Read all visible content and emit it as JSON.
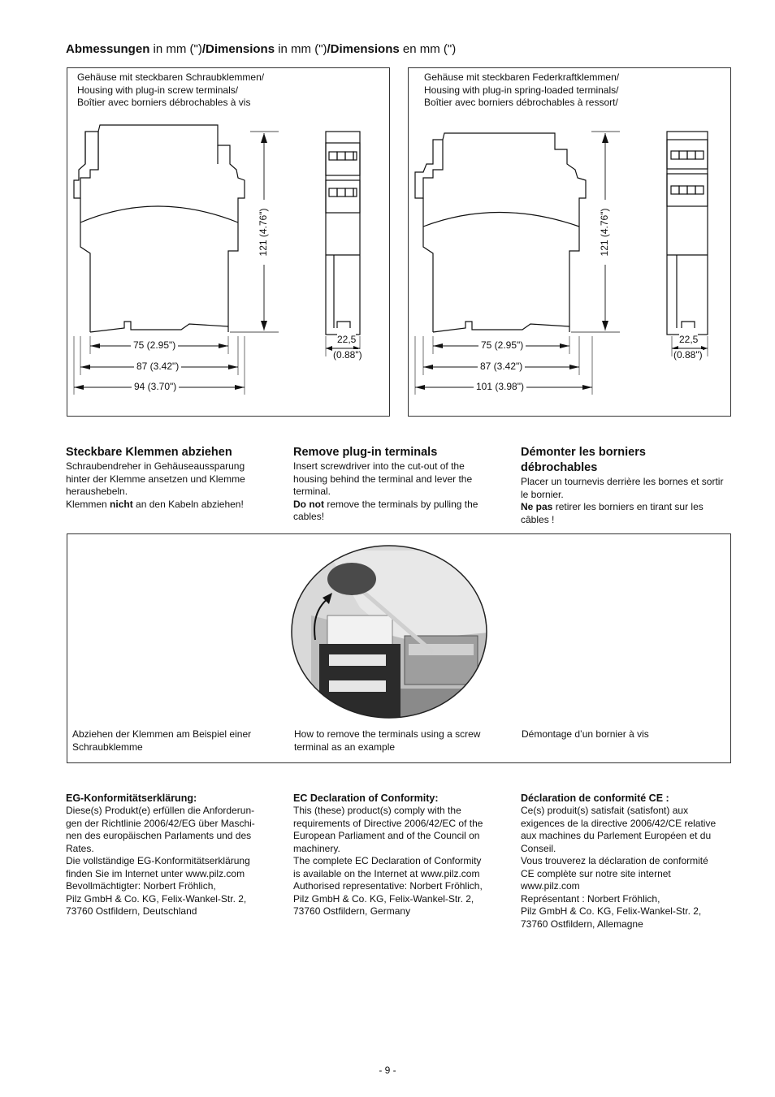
{
  "title": {
    "b1": "Abmessungen",
    "t1": " in mm (\")",
    "b2": "/Dimensions",
    "t2": " in mm (\")",
    "b3": "/Dimensions",
    "t3": " en mm (\")"
  },
  "drawings": {
    "left": {
      "caption": [
        "Gehäuse mit steckbaren Schraubklemmen/",
        "Housing with plug-in screw terminals/",
        "Boîtier avec borniers débrochables à vis"
      ],
      "dim_height": "121  (4.76\")",
      "dim_w1": "75  (2.95\")",
      "dim_w2": "87 (3.42\")",
      "dim_w3": "94 (3.70\")",
      "dim_side1": "22,5",
      "dim_side2": "(0.88\")"
    },
    "right": {
      "caption": [
        "Gehäuse mit steckbaren Federkraftklemmen/",
        "Housing with plug-in spring-loaded terminals/",
        "Boîtier avec borniers débrochables à ressort/"
      ],
      "dim_height": "121  (4.76\")",
      "dim_w1": "75 (2.95\")",
      "dim_w2": "87 (3.42\")",
      "dim_w3": "101 (3.98\")",
      "dim_side1": "22,5",
      "dim_side2": "(0.88\")"
    }
  },
  "remove": {
    "de": {
      "heading": "Steckbare Klemmen abziehen",
      "text": "Schraubendreher in Gehäuseaussparung hinter der Klemme ansetzen und Klemme heraushebeln.",
      "line2_pre": "Klemmen ",
      "line2_bold": "nicht",
      "line2_post": " an den Kabeln abziehen!"
    },
    "en": {
      "heading": "Remove plug-in terminals",
      "text": "Insert screwdriver into the cut-out of the housing behind the terminal and lever the terminal.",
      "line2_bold": "Do not",
      "line2_post": " remove the terminals by pulling the cables!"
    },
    "fr": {
      "heading": "Démonter les borniers débrochables",
      "text": "Placer un tournevis derrière les bornes et sortir le bornier.",
      "line2_bold": "Ne pas",
      "line2_post": " retirer les borniers en tirant sur les câbles !"
    }
  },
  "photo_captions": {
    "de": "Abziehen der Klemmen am Beispiel einer Schraubklemme",
    "en": "How to remove the terminals using a screw terminal as an example",
    "fr": "Démontage d’un bornier à vis"
  },
  "declaration": {
    "de": {
      "heading": "EG-Konformitätserklärung:",
      "lines": [
        "Diese(s) Produkt(e) erfüllen die Anforderun-",
        "gen der Richtlinie 2006/42/EG über Maschi-",
        "nen des europäischen Parlaments und des",
        "Rates.",
        "Die vollständige EG-Konformitätserklärung",
        "finden Sie im Internet unter www.pilz.com",
        "Bevollmächtigter: Norbert Fröhlich,",
        "Pilz GmbH & Co. KG, Felix-Wankel-Str. 2,",
        "73760 Ostfildern, Deutschland"
      ]
    },
    "en": {
      "heading": "EC Declaration of Conformity:",
      "lines": [
        "This (these) product(s) comply with the",
        "requirements of Directive 2006/42/EC of the",
        "European Parliament and of the Council on",
        "machinery.",
        "The complete EC Declaration of Conformity",
        "is available on the Internet at www.pilz.com",
        "Authorised representative: Norbert Fröhlich,",
        "Pilz GmbH & Co. KG, Felix-Wankel-Str. 2,",
        "73760 Ostfildern, Germany"
      ]
    },
    "fr": {
      "heading": "Déclaration de conformité CE :",
      "lines": [
        "Ce(s) produit(s) satisfait (satisfont) aux",
        "exigences de la directive 2006/42/CE relative",
        "aux machines du Parlement Européen et du",
        "Conseil.",
        "Vous trouverez la déclaration de conformité",
        "CE complète sur notre site internet",
        "www.pilz.com",
        "Représentant : Norbert Fröhlich,",
        "Pilz GmbH & Co. KG, Felix-Wankel-Str. 2,",
        "73760 Ostfildern, Allemagne"
      ]
    }
  },
  "page_number": "- 9 -"
}
